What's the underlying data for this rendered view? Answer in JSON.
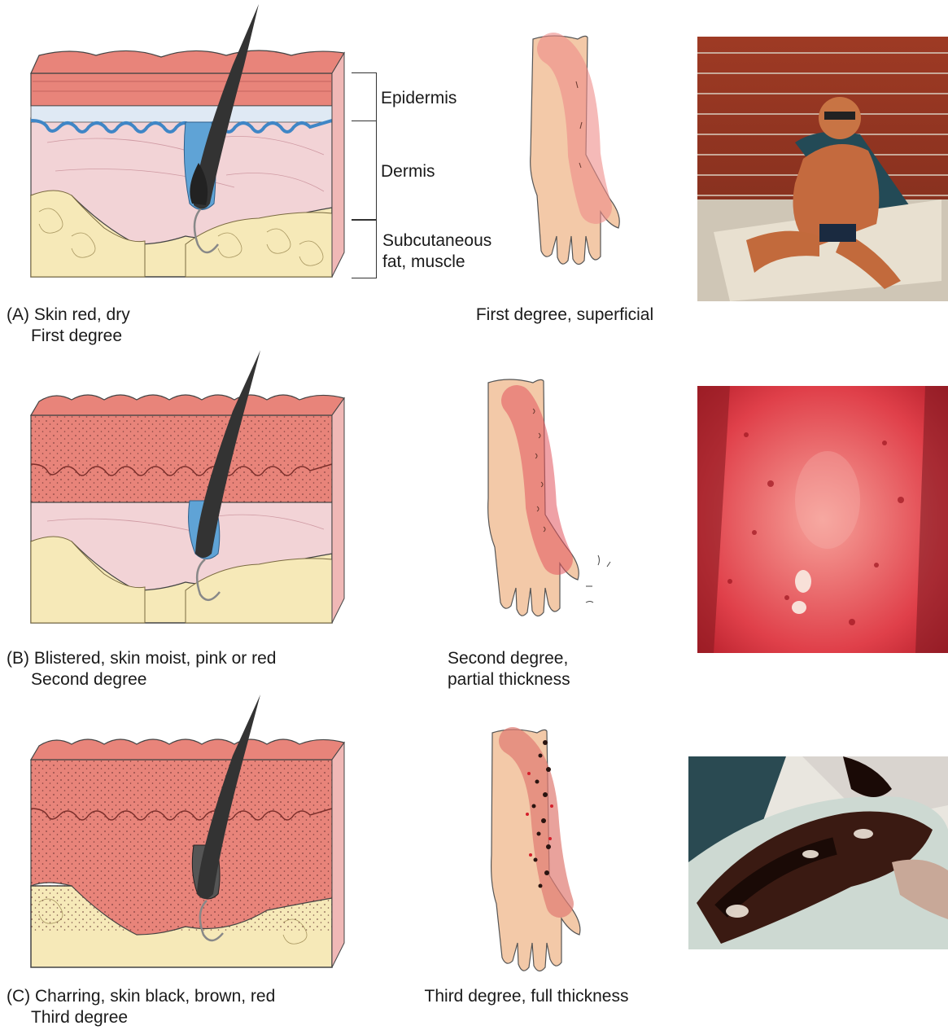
{
  "labels": {
    "epidermis": "Epidermis",
    "dermis": "Dermis",
    "subcutaneous_1": "Subcutaneous",
    "subcutaneous_2": "fat, muscle"
  },
  "rows": [
    {
      "caption_1": "(A) Skin red, dry",
      "caption_2": "First degree",
      "arm_caption_1": "First degree, superficial",
      "arm_caption_2": "",
      "photo_icon": "sunburn-photo"
    },
    {
      "caption_1": "(B) Blistered, skin moist, pink or red",
      "caption_2": "Second degree",
      "arm_caption_1": "Second degree,",
      "arm_caption_2": "partial thickness",
      "photo_icon": "blistered-skin-photo"
    },
    {
      "caption_1": "(C) Charring, skin black, brown, red",
      "caption_2": "Third degree",
      "arm_caption_1": "Third degree, full thickness",
      "arm_caption_2": "",
      "photo_icon": "charred-skin-photo"
    }
  ],
  "colors": {
    "epidermis": "#e8847a",
    "dermis": "#f2d3d6",
    "fat": "#f6e9b8",
    "hair": "#333333",
    "follicle": "#5fa3d6",
    "skin_arm": "#f3c9a8",
    "burn_red": "#e5505a",
    "char": "#2a1410"
  }
}
